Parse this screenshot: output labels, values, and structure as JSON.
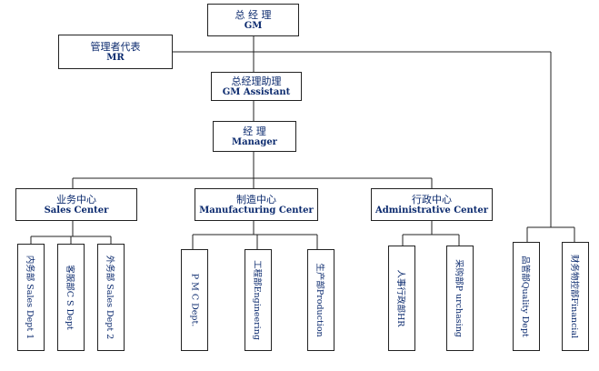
{
  "top": {
    "cn": "总 经 理",
    "en": "GM"
  },
  "mr": {
    "cn": "管理者代表",
    "en": "MR"
  },
  "assistant": {
    "cn": "总经理助理",
    "en": "GM Assistant"
  },
  "manager": {
    "cn": "经 理",
    "en": "Manager"
  },
  "centers": [
    {
      "cn": "业务中心",
      "en": "Sales Center"
    },
    {
      "cn": "制造中心",
      "en": "Manufacturing Center"
    },
    {
      "cn": "行政中心",
      "en": "Administrative Center"
    }
  ],
  "departments": [
    {
      "label": "内务部 Sales Dept 1"
    },
    {
      "label": "客服部C S Dept"
    },
    {
      "label": "外务部 Sales Dept 2"
    },
    {
      "label": "P M C Dept."
    },
    {
      "label": "工程部Engineering"
    },
    {
      "label": "生产部Production"
    },
    {
      "label": "人事行政部HR"
    },
    {
      "label": "采购部P urchasing"
    },
    {
      "label": "品管部Quality Dept"
    },
    {
      "label": "财务物控部Financial"
    }
  ]
}
